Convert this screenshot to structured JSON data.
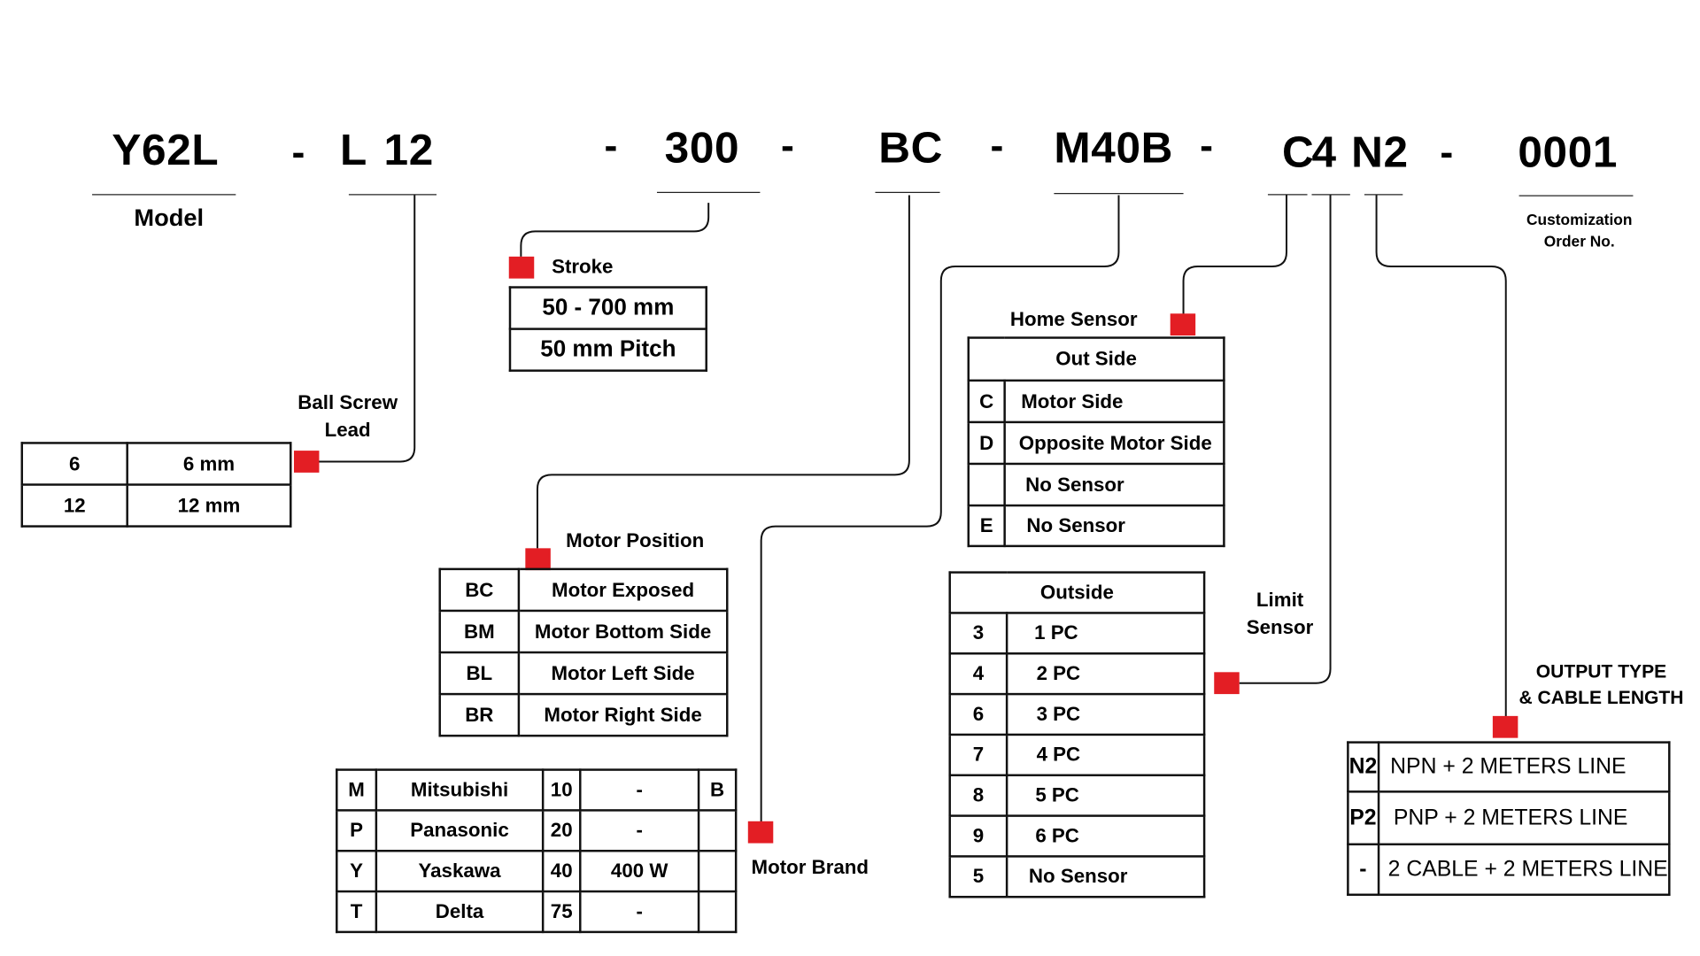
{
  "part_number": {
    "segments": [
      {
        "id": "model",
        "code": "Y62L"
      },
      {
        "id": "lead_prefix",
        "code": "L"
      },
      {
        "id": "lead",
        "code": "12"
      },
      {
        "id": "stroke",
        "code": "300"
      },
      {
        "id": "motor_position",
        "code": "BC"
      },
      {
        "id": "motor_brand",
        "code": "M40B"
      },
      {
        "id": "home_sensor",
        "code": "C"
      },
      {
        "id": "limit_sensor",
        "code": "4"
      },
      {
        "id": "output",
        "code": "N2"
      },
      {
        "id": "order",
        "code": "0001"
      }
    ],
    "separator": "-"
  },
  "labels": {
    "model": "Model",
    "customization_line1": "Customization",
    "customization_line2": "Order No.",
    "ball_screw_line1": "Ball Screw",
    "ball_screw_line2": "Lead",
    "stroke": "Stroke",
    "home_sensor": "Home Sensor",
    "motor_position": "Motor Position",
    "limit_line1": "Limit",
    "limit_line2": "Sensor",
    "motor_brand": "Motor Brand",
    "output_line1": "OUTPUT TYPE",
    "output_line2": "& CABLE LENGTH"
  },
  "ball_screw_table": [
    {
      "code": "6",
      "value": "6 mm"
    },
    {
      "code": "12",
      "value": "12 mm"
    }
  ],
  "stroke_table": [
    "50 - 700 mm",
    "50 mm Pitch"
  ],
  "home_sensor_table": {
    "header": "Out Side",
    "rows": [
      {
        "code": "C",
        "value": "Motor Side"
      },
      {
        "code": "D",
        "value": "Opposite Motor Side"
      },
      {
        "code": "",
        "value": "No Sensor"
      },
      {
        "code": "E",
        "value": "No Sensor"
      }
    ]
  },
  "motor_position_table": [
    {
      "code": "BC",
      "value": "Motor Exposed"
    },
    {
      "code": "BM",
      "value": "Motor Bottom Side"
    },
    {
      "code": "BL",
      "value": "Motor Left Side"
    },
    {
      "code": "BR",
      "value": "Motor Right Side"
    }
  ],
  "motor_brand_table": [
    {
      "code": "M",
      "brand": "Mitsubishi",
      "power_code": "10",
      "power": "-",
      "brake": "B"
    },
    {
      "code": "P",
      "brand": "Panasonic",
      "power_code": "20",
      "power": "-",
      "brake": ""
    },
    {
      "code": "Y",
      "brand": "Yaskawa",
      "power_code": "40",
      "power": "400 W",
      "brake": ""
    },
    {
      "code": "T",
      "brand": "Delta",
      "power_code": "75",
      "power": "-",
      "brake": ""
    }
  ],
  "limit_sensor_table": {
    "header": "Outside",
    "rows": [
      {
        "code": "3",
        "value": "1 PC"
      },
      {
        "code": "4",
        "value": "2 PC"
      },
      {
        "code": "6",
        "value": "3 PC"
      },
      {
        "code": "7",
        "value": "4 PC"
      },
      {
        "code": "8",
        "value": "5 PC"
      },
      {
        "code": "9",
        "value": "6 PC"
      },
      {
        "code": "5",
        "value": "No Sensor"
      }
    ]
  },
  "output_table": [
    {
      "code": "N2",
      "value": "NPN + 2 METERS LINE"
    },
    {
      "code": "P2",
      "value": "PNP + 2 METERS LINE"
    },
    {
      "code": "-",
      "value": "2 CABLE + 2 METERS LINE"
    }
  ],
  "colors": {
    "marker": "#e31e24",
    "line": "#111111",
    "background": "#ffffff"
  }
}
